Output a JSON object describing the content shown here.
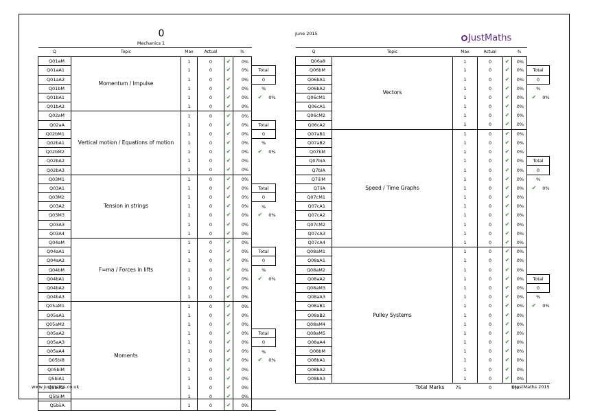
{
  "header": {
    "score": "0",
    "paper": "Mechanics 1",
    "date": "June 2015",
    "logo": "JustMaths"
  },
  "footer": {
    "left": "www.justmaths.co.uk",
    "right": "©JustMaths 2015"
  },
  "columns": {
    "q": "Q",
    "topic": "Topic",
    "max": "Max",
    "actual": "Actual",
    "pct": "%"
  },
  "side": {
    "total": "Total",
    "zero": "0",
    "pct": "%",
    "zero_pct": "0%"
  },
  "left_groups": [
    {
      "topic": "Momentum / Impulse",
      "rows": [
        "Q01aM",
        "Q01aA1",
        "Q01aA2",
        "Q01bM",
        "Q01bA1",
        "Q01bA2"
      ]
    },
    {
      "topic": "Vertical motion / Equations of motion",
      "rows": [
        "Q02aM",
        "Q02aA",
        "Q02bM1",
        "Q02bA1",
        "Q02bM2",
        "Q02bA2",
        "Q02bA3"
      ]
    },
    {
      "topic": "Tension in strings",
      "rows": [
        "Q03M1",
        "Q03A1",
        "Q03M2",
        "Q03A2",
        "Q03M3",
        "Q03A3",
        "Q03A4"
      ]
    },
    {
      "topic": "F=ma / Forces in lifts",
      "rows": [
        "Q04aM",
        "Q04aA1",
        "Q04aA2",
        "Q04bM",
        "Q04bA1",
        "Q04bA2",
        "Q04bA3"
      ]
    },
    {
      "topic": "Moments",
      "rows": [
        "Q05aM1",
        "Q05aA1",
        "Q05aM2",
        "Q05aA2",
        "Q05aA3",
        "Q05aA4",
        "Q05bi8",
        "Q05biM",
        "Q5biA1",
        "Q5biA2",
        "Q5biiM",
        "Q5biiA"
      ]
    }
  ],
  "right_groups": [
    {
      "topic": "Vectors",
      "rows": [
        "Q06a8",
        "Q06bM",
        "Q06bA1",
        "Q06bA2",
        "Q06cM1",
        "Q06cA1",
        "Q06cM2",
        "Q06cA2"
      ]
    },
    {
      "topic": "Speed / Time Graphs",
      "rows": [
        "Q07aB1",
        "Q07aB2",
        "Q07bM",
        "Q07biA",
        "Q7biA",
        "Q7iiiM",
        "Q7iiA",
        "Q07cM1",
        "Q07cA1",
        "Q07cA2",
        "Q07cM2",
        "Q07cA3",
        "Q07cA4"
      ]
    },
    {
      "topic": "Pulley Systems",
      "rows": [
        "Q08aM1",
        "Q08aA1",
        "Q08aM2",
        "Q08aA2",
        "Q08aM3",
        "Q08aA3",
        "Q08aB1",
        "Q08aB2",
        "Q08aM4",
        "Q08aM5",
        "Q08aA4",
        "Q08bM",
        "Q08bA1",
        "Q08bA2",
        "Q08bA3"
      ]
    }
  ],
  "row_values": {
    "max": "1",
    "actual": "0",
    "pct": "0%",
    "tick": "✔"
  },
  "total_marks": {
    "label": "Total Marks",
    "max": "75",
    "actual": "0",
    "pct": "0%"
  }
}
